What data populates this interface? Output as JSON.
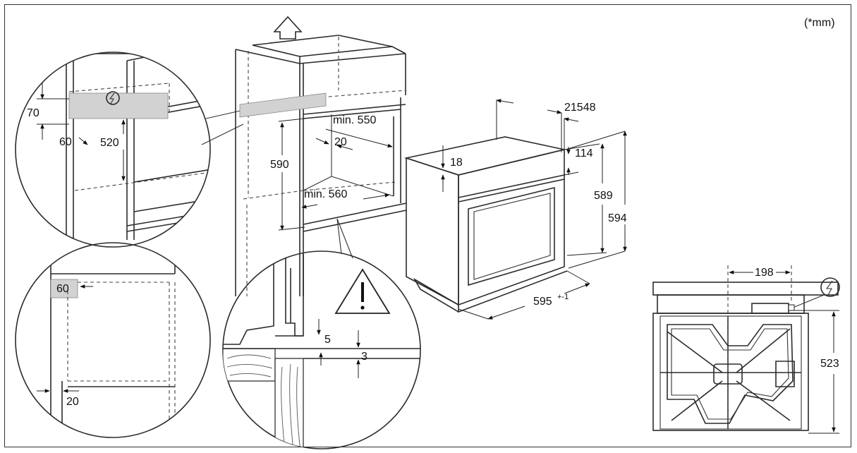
{
  "unit_note": "(*mm)",
  "labels": {
    "d70": "70",
    "d60a": "60",
    "d520": "520",
    "d60b": "60",
    "d20a": "20",
    "d590": "590",
    "min550": "min. 550",
    "d20b": "20",
    "min560": "min. 560",
    "d5": "5",
    "d3": "3",
    "d18": "18",
    "d21548": "21548",
    "d114": "114",
    "d589": "589",
    "d594": "594",
    "d595": "595",
    "d595_tol": "+-1",
    "d198": "198",
    "d523": "523"
  },
  "icons": {
    "electric": "electric-connection-icon",
    "warning": "warning-triangle-icon",
    "arrow": "lift-up-arrow-icon"
  }
}
